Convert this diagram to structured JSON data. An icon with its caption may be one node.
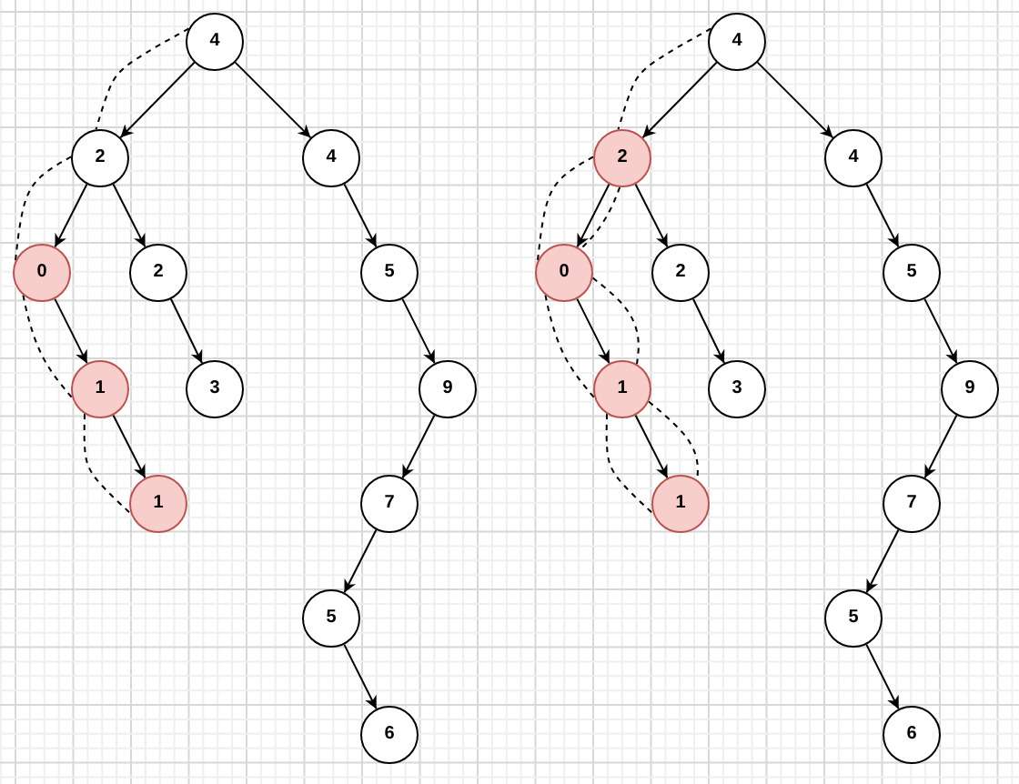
{
  "diagram": {
    "nodes": [
      {
        "text": [
          "4"
        ]
      },
      {
        "text": [
          "2"
        ]
      },
      {
        "text": [
          "4"
        ]
      },
      {
        "text": [
          "0"
        ]
      },
      {
        "text": [
          "2"
        ]
      },
      {
        "text": [
          "5"
        ]
      },
      {
        "text": [
          "1"
        ]
      },
      {
        "text": [
          "3"
        ]
      },
      {
        "text": [
          "9"
        ]
      },
      {
        "text": [
          "1"
        ]
      },
      {
        "text": [
          "7"
        ]
      },
      {
        "text": [
          "5"
        ]
      },
      {
        "text": [
          "6"
        ]
      },
      {
        "text": [
          "4"
        ]
      },
      {
        "text": [
          "2"
        ]
      },
      {
        "text": [
          "4"
        ]
      },
      {
        "text": [
          "0"
        ]
      },
      {
        "text": [
          "2"
        ]
      },
      {
        "text": [
          "5"
        ]
      },
      {
        "text": [
          "1"
        ]
      },
      {
        "text": [
          "3"
        ]
      },
      {
        "text": [
          "9"
        ]
      },
      {
        "text": [
          "1"
        ]
      },
      {
        "text": [
          "7"
        ]
      },
      {
        "text": [
          "5"
        ]
      },
      {
        "text": [
          "6"
        ]
      }
    ],
    "edges": [
      {
        "from": 0,
        "to": 1,
        "arrow": "to"
      },
      {
        "from": 0,
        "to": 2,
        "arrow": "to"
      },
      {
        "from": 1,
        "to": 3,
        "arrow": "to"
      },
      {
        "from": 1,
        "to": 4,
        "arrow": "to"
      },
      {
        "from": 2,
        "to": 5,
        "arrow": "to"
      },
      {
        "from": 3,
        "to": 6,
        "arrow": "to"
      },
      {
        "from": 4,
        "to": 7,
        "arrow": "to"
      },
      {
        "from": 5,
        "to": 8,
        "arrow": "to"
      },
      {
        "from": 6,
        "to": 9,
        "arrow": "to"
      },
      {
        "from": 8,
        "to": 10,
        "arrow": "to"
      },
      {
        "from": 10,
        "to": 11,
        "arrow": "to"
      },
      {
        "from": 11,
        "to": 12,
        "arrow": "to"
      },
      {
        "from": 13,
        "to": 14,
        "arrow": "to"
      },
      {
        "from": 13,
        "to": 15,
        "arrow": "to"
      },
      {
        "from": 14,
        "to": 16,
        "arrow": "to"
      },
      {
        "from": 14,
        "to": 17,
        "arrow": "to"
      },
      {
        "from": 15,
        "to": 18,
        "arrow": "to"
      },
      {
        "from": 16,
        "to": 19,
        "arrow": "to"
      },
      {
        "from": 17,
        "to": 20,
        "arrow": "to"
      },
      {
        "from": 18,
        "to": 21,
        "arrow": "to"
      },
      {
        "from": 19,
        "to": 22,
        "arrow": "to"
      },
      {
        "from": 21,
        "to": 23,
        "arrow": "to"
      },
      {
        "from": 23,
        "to": 24,
        "arrow": "to"
      },
      {
        "from": 24,
        "to": 25,
        "arrow": "to"
      },
      {
        "from": 0,
        "to": 1,
        "arrow": "none",
        "style": "dashed"
      },
      {
        "from": 1,
        "to": 3,
        "arrow": "none",
        "style": "dashed"
      },
      {
        "from": 3,
        "to": 6,
        "arrow": "none",
        "style": "dashed"
      },
      {
        "from": 6,
        "to": 9,
        "arrow": "none",
        "style": "dashed"
      },
      {
        "from": 13,
        "to": 14,
        "arrow": "none",
        "style": "dashed"
      },
      {
        "from": 14,
        "to": 16,
        "arrow": "none",
        "style": "dashed"
      },
      {
        "from": 16,
        "to": 19,
        "arrow": "none",
        "style": "dashed"
      },
      {
        "from": 19,
        "to": 22,
        "arrow": "none",
        "style": "dashed"
      },
      {
        "from": 14,
        "to": 16,
        "arrow": "none",
        "style": "dashed"
      },
      {
        "from": 16,
        "to": 19,
        "arrow": "none",
        "style": "dashed"
      },
      {
        "from": 19,
        "to": 22,
        "arrow": "none",
        "style": "dashed"
      }
    ]
  }
}
